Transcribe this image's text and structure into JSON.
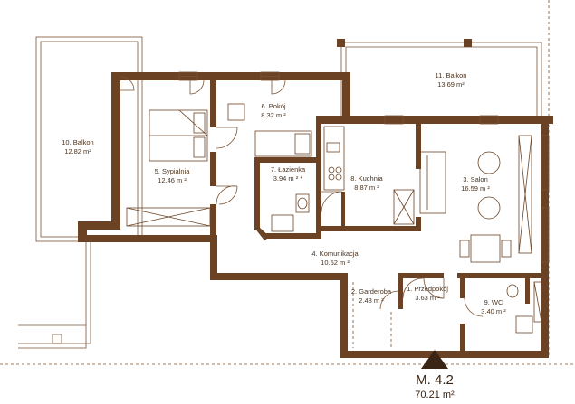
{
  "apartment": {
    "number": "M. 4.2",
    "area": "70.21 m²"
  },
  "rooms": [
    {
      "id": "balkon-10",
      "name": "10. Balkon",
      "area": "12.82 m²"
    },
    {
      "id": "pokoj",
      "name": "6. Pokój",
      "area": "8.32 m ²"
    },
    {
      "id": "balkon-11",
      "name": "11. Balkon",
      "area": "13.69 m²"
    },
    {
      "id": "sypialnia",
      "name": "5. Sypialnia",
      "area": "12.46 m ²"
    },
    {
      "id": "lazienka",
      "name": "7. Łazienka",
      "area": "3.94 m ² *"
    },
    {
      "id": "kuchnia",
      "name": "8. Kuchnia",
      "area": "8.87 m ²"
    },
    {
      "id": "salon",
      "name": "3. Salon",
      "area": "16.59 m ²"
    },
    {
      "id": "komunikacja",
      "name": "4. Komunikacja",
      "area": "10.52 m ²"
    },
    {
      "id": "garderoba",
      "name": "2. Garderoba",
      "area": "2.48 m ²"
    },
    {
      "id": "przedpokoj",
      "name": "1. Przedpokój",
      "area": "3.63 m ²"
    },
    {
      "id": "wc",
      "name": "9. WC",
      "area": "3.40 m ²"
    }
  ],
  "colors": {
    "wall": "#6b4324",
    "line": "#7a5233",
    "text": "#4a3320"
  },
  "icons": [
    "entrance-arrow-icon"
  ]
}
